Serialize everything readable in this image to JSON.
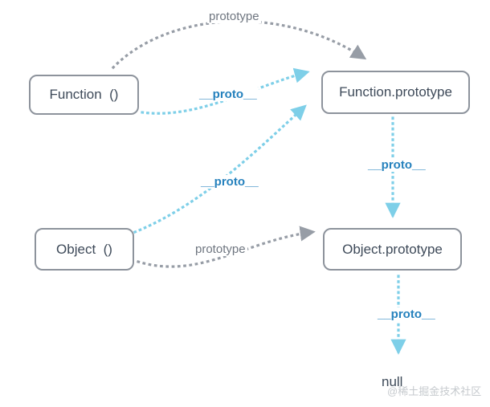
{
  "diagram": {
    "title": "JavaScript prototype chain diagram",
    "nodes": {
      "function_ctor": {
        "label": "Function  ()"
      },
      "function_prototype": {
        "label": "Function.prototype"
      },
      "object_ctor": {
        "label": "Object  ()"
      },
      "object_prototype": {
        "label": "Object.prototype"
      },
      "null_node": {
        "label": "null"
      }
    },
    "edges": [
      {
        "from": "Function ()",
        "to": "Function.prototype",
        "label": "prototype",
        "type": "prototype"
      },
      {
        "from": "Function ()",
        "to": "Function.prototype",
        "label": "__proto__",
        "type": "proto"
      },
      {
        "from": "Object ()",
        "to": "Function.prototype",
        "label": "__proto__",
        "type": "proto"
      },
      {
        "from": "Object ()",
        "to": "Object.prototype",
        "label": "prototype",
        "type": "prototype"
      },
      {
        "from": "Function.prototype",
        "to": "Object.prototype",
        "label": "__proto__",
        "type": "proto"
      },
      {
        "from": "Object.prototype",
        "to": "null",
        "label": "__proto__",
        "type": "proto"
      }
    ],
    "watermark": "@稀土掘金技术社区",
    "colors": {
      "background": "#ffffff",
      "proto_line": "#7ecfe8",
      "proto_label": "#2581bd",
      "prototype_line": "#979da6",
      "prototype_label": "#6f7680",
      "box_border": "#8d939c",
      "box_text": "#3e4a59",
      "watermark": "#c6cace"
    }
  }
}
